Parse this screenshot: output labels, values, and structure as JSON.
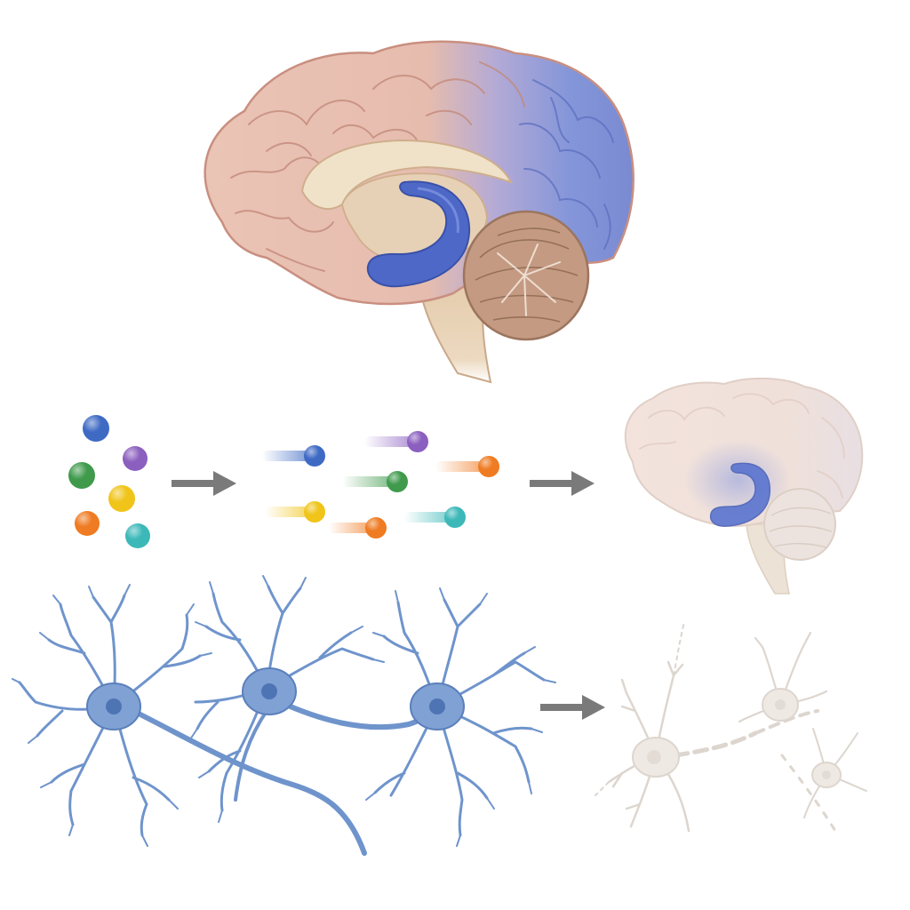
{
  "palette": {
    "brain_cortex": "#e9bfb0",
    "brain_cortex_stroke": "#c98f80",
    "brain_posterior": "#7f8fd6",
    "hippocampus": "#4e68c8",
    "inner_cream": "#efe0c6",
    "cerebellum": "#b88d75",
    "brainstem": "#e3c9a8",
    "arrow": "#7a7a7a",
    "neuron_healthy": "#7fa1d4",
    "neuron_healthy_stroke": "#5a7fbb",
    "neuron_faded": "#ddd6cf"
  },
  "molecules": {
    "colors": [
      "#3e6ac4",
      "#8b5fbf",
      "#3f9a4c",
      "#f0c419",
      "#ef7b22",
      "#3cb8b8"
    ],
    "names": [
      "blue",
      "purple",
      "green",
      "yellow",
      "orange",
      "teal"
    ]
  },
  "panels": {
    "top": "hippocampus-highlighted-brain",
    "middle_left": "molecule-cluster",
    "middle_center": "dispersing-molecules",
    "middle_right": "faded-brain",
    "bottom_left": "connected-neurons",
    "bottom_right": "degenerated-neurons"
  }
}
